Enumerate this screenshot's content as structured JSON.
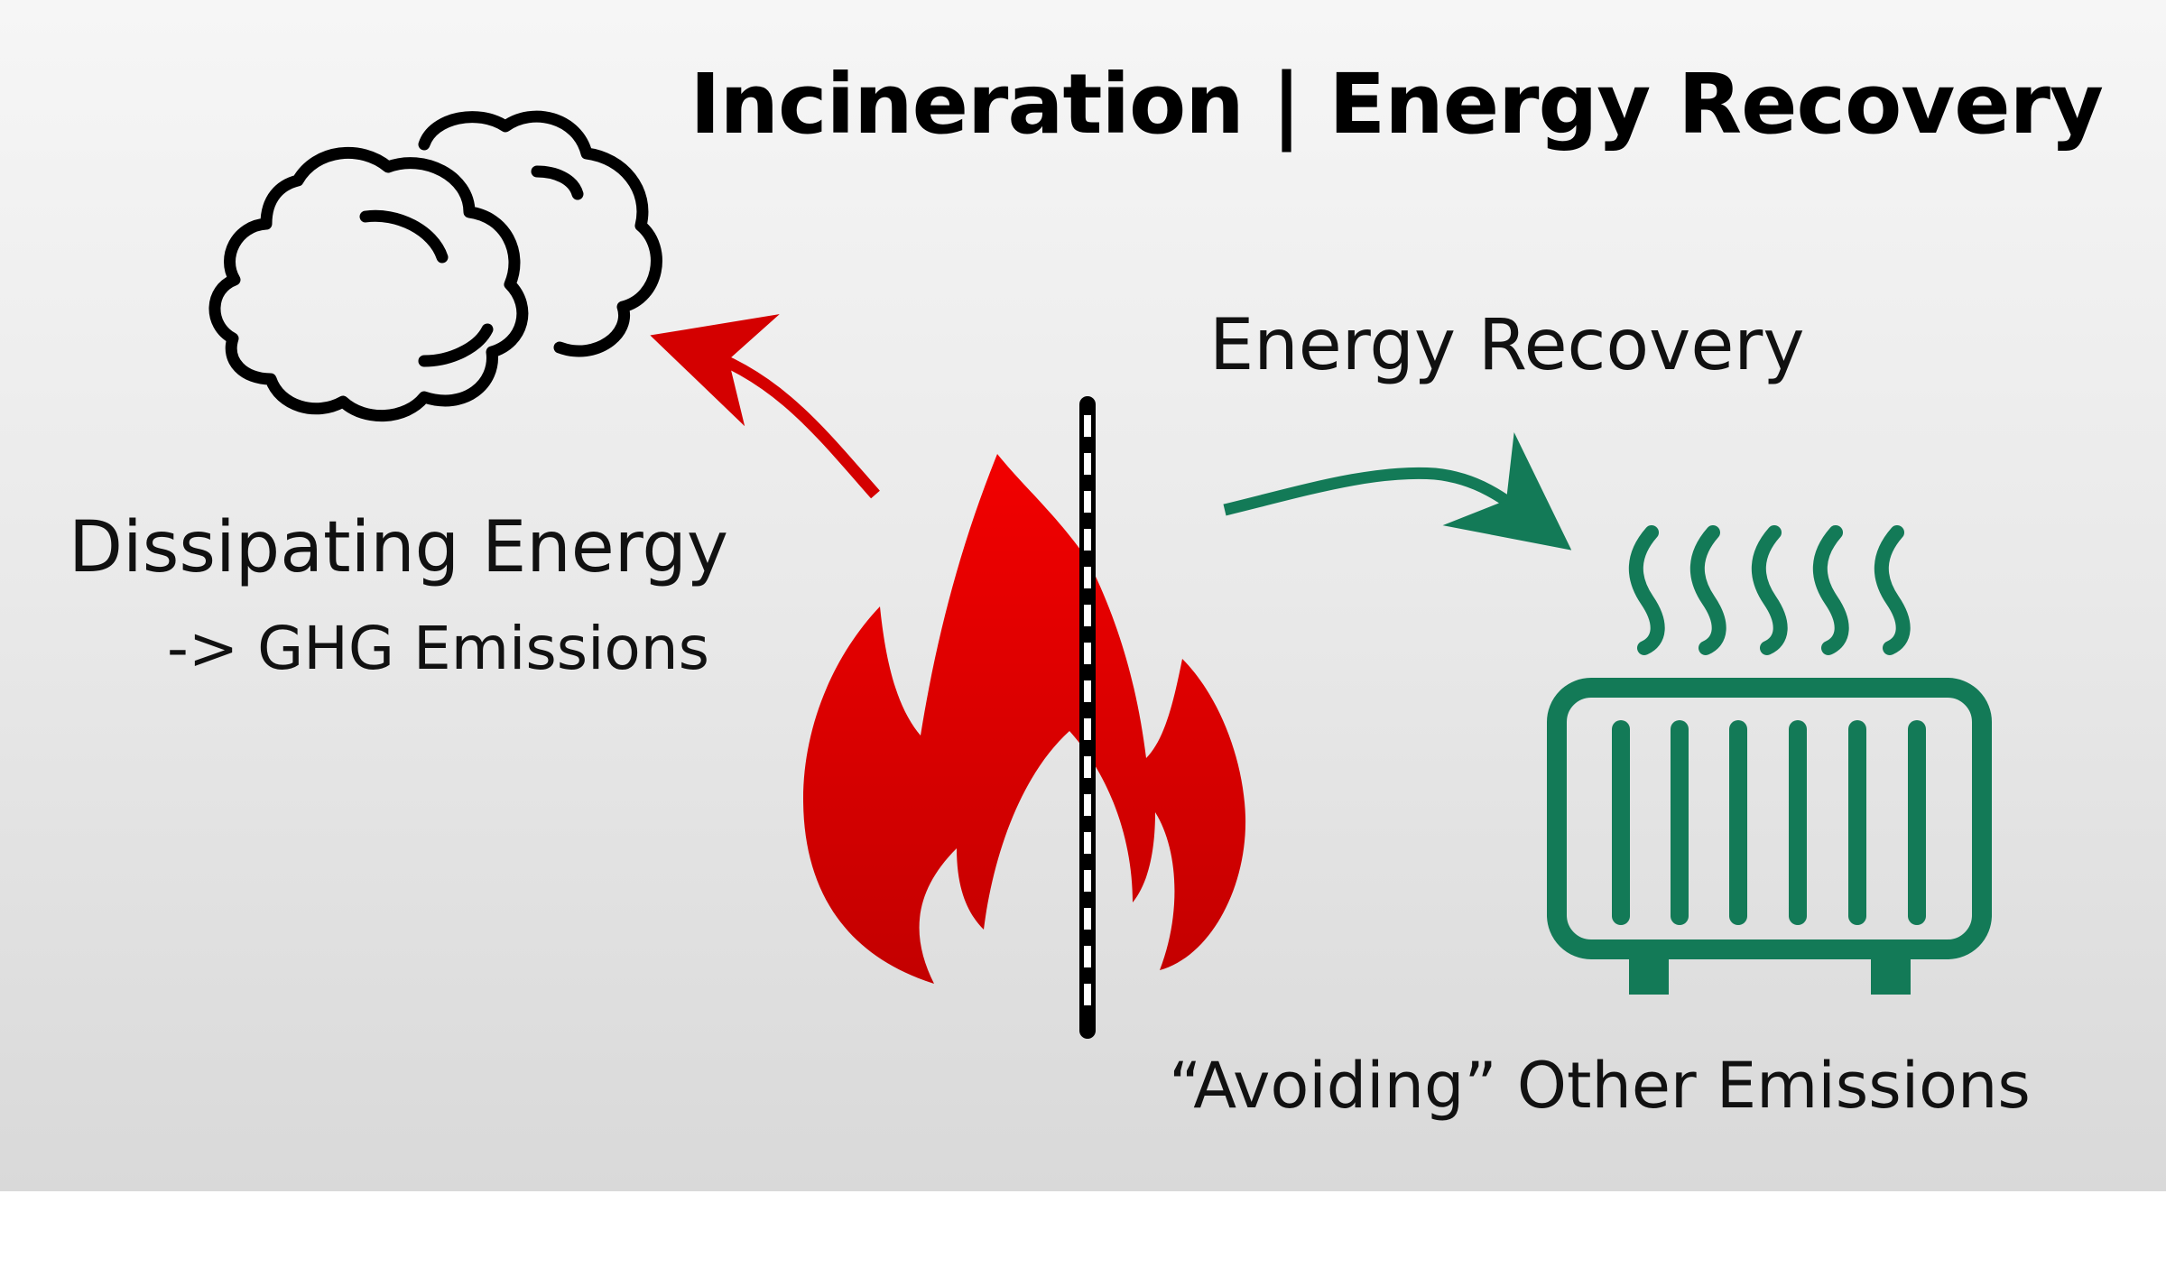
{
  "title": "Incineration | Energy Recovery",
  "labels": {
    "energy_recovery": "Energy Recovery",
    "dissipating_energy": "Dissipating Energy",
    "ghg_emissions": "-> GHG Emissions",
    "avoiding_emissions": "“Avoiding” Other Emissions"
  },
  "icons": {
    "cloud": "cloud-icon",
    "flame": "flame-icon",
    "radiator": "radiator-icon",
    "arrow_left": "red-arrow",
    "arrow_right": "green-arrow",
    "divider": "dashed-divider"
  },
  "colors": {
    "flame": "#e80000",
    "flame_dark": "#c00000",
    "arrow_red": "#d40000",
    "green": "#137a57",
    "outline": "#000000"
  }
}
